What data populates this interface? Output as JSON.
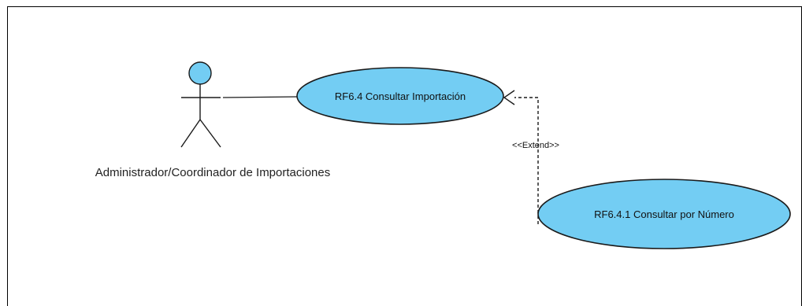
{
  "diagram": {
    "type": "uml-use-case",
    "colors": {
      "usecase_fill": "#73cdf3",
      "actor_fill": "#73cdf3",
      "stroke": "#1a1a1a",
      "frame": "#000000"
    },
    "actor": {
      "label": "Administrador/Coordinador de Importaciones"
    },
    "use_cases": [
      {
        "id": "uc1",
        "label": "RF6.4 Consultar Importación"
      },
      {
        "id": "uc2",
        "label": "RF6.4.1 Consultar por Número"
      }
    ],
    "relations": [
      {
        "type": "association",
        "from": "actor",
        "to": "uc1"
      },
      {
        "type": "extend",
        "from": "uc2",
        "to": "uc1",
        "label": "<<Extend>>"
      }
    ]
  }
}
